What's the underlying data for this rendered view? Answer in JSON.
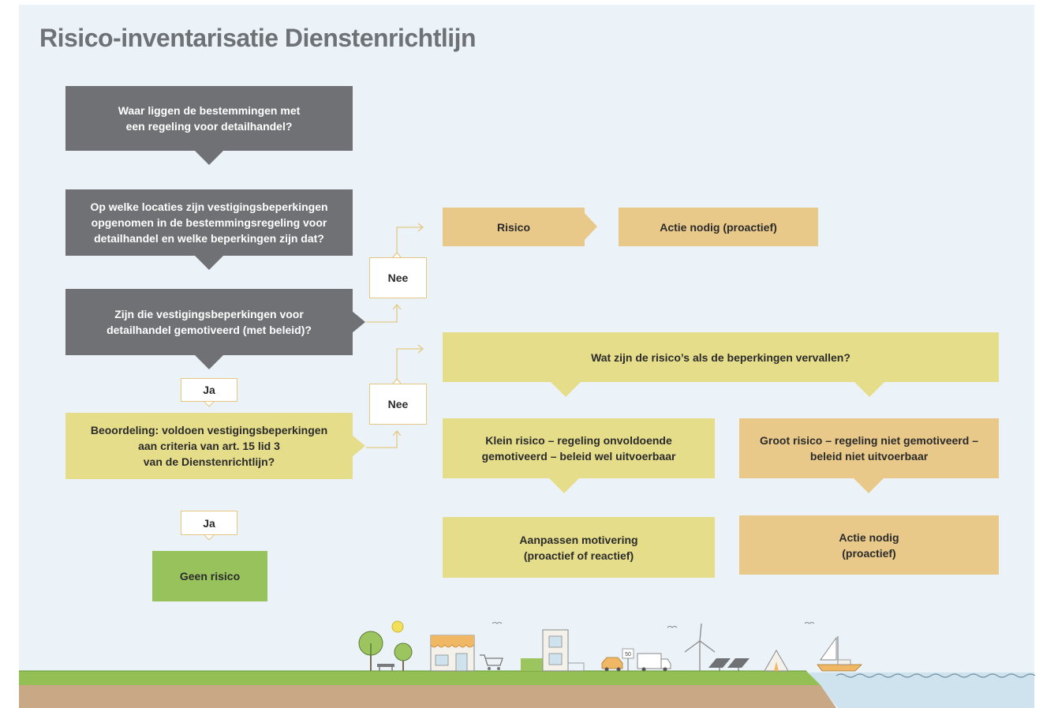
{
  "title": "Risico-inventarisatie Dienstenrichtlijn",
  "colors": {
    "panel": "#ecf3f8",
    "question_gray": "#6f7174",
    "yellow": "#e5dd8a",
    "orange": "#e9c989",
    "green": "#98c25c",
    "connector": "#e3c783"
  },
  "questions": {
    "q1": "Waar liggen de bestemmingen met\neen regeling voor detailhandel?",
    "q2": "Op welke locaties zijn vestigingsbeperkingen\nopgenomen in de bestemmingsregeling voor\ndetailhandel en welke beperkingen zijn dat?",
    "q3": "Zijn die vestigingsbeperkingen voor\ndetailhandel gemotiveerd (met beleid)?",
    "q4": "Beoordeling: voldoen vestigingsbeperkingen\naan criteria van art. 15 lid 3\nvan de Dienstenrichtlijn?"
  },
  "answers": {
    "ja1": "Ja",
    "ja2": "Ja",
    "nee1": "Nee",
    "nee2": "Nee"
  },
  "outcomes": {
    "geen_risico": "Geen risico",
    "risico": "Risico",
    "actie_top": "Actie nodig (proactief)",
    "risks_question": "Wat zijn de risico’s als de beperkingen vervallen?",
    "klein_risico": "Klein risico – regeling onvoldoende\ngemotiveerd – beleid wel uitvoerbaar",
    "groot_risico": "Groot risico – regeling niet gemotiveerd –\nbeleid niet uitvoerbaar",
    "aanpassen": "Aanpassen motivering\n(proactief of reactief)",
    "actie_bottom": "Actie nodig\n(proactief)"
  },
  "landscape_icons": [
    "tree-icon",
    "sun-icon",
    "bench-icon",
    "shop-icon",
    "cart-icon",
    "house-icon",
    "car-icon",
    "speed-sign-icon",
    "truck-icon",
    "wind-turbine-icon",
    "solar-panel-icon",
    "tent-icon",
    "sailboat-icon",
    "bird-icon"
  ],
  "speed_sign": "50"
}
